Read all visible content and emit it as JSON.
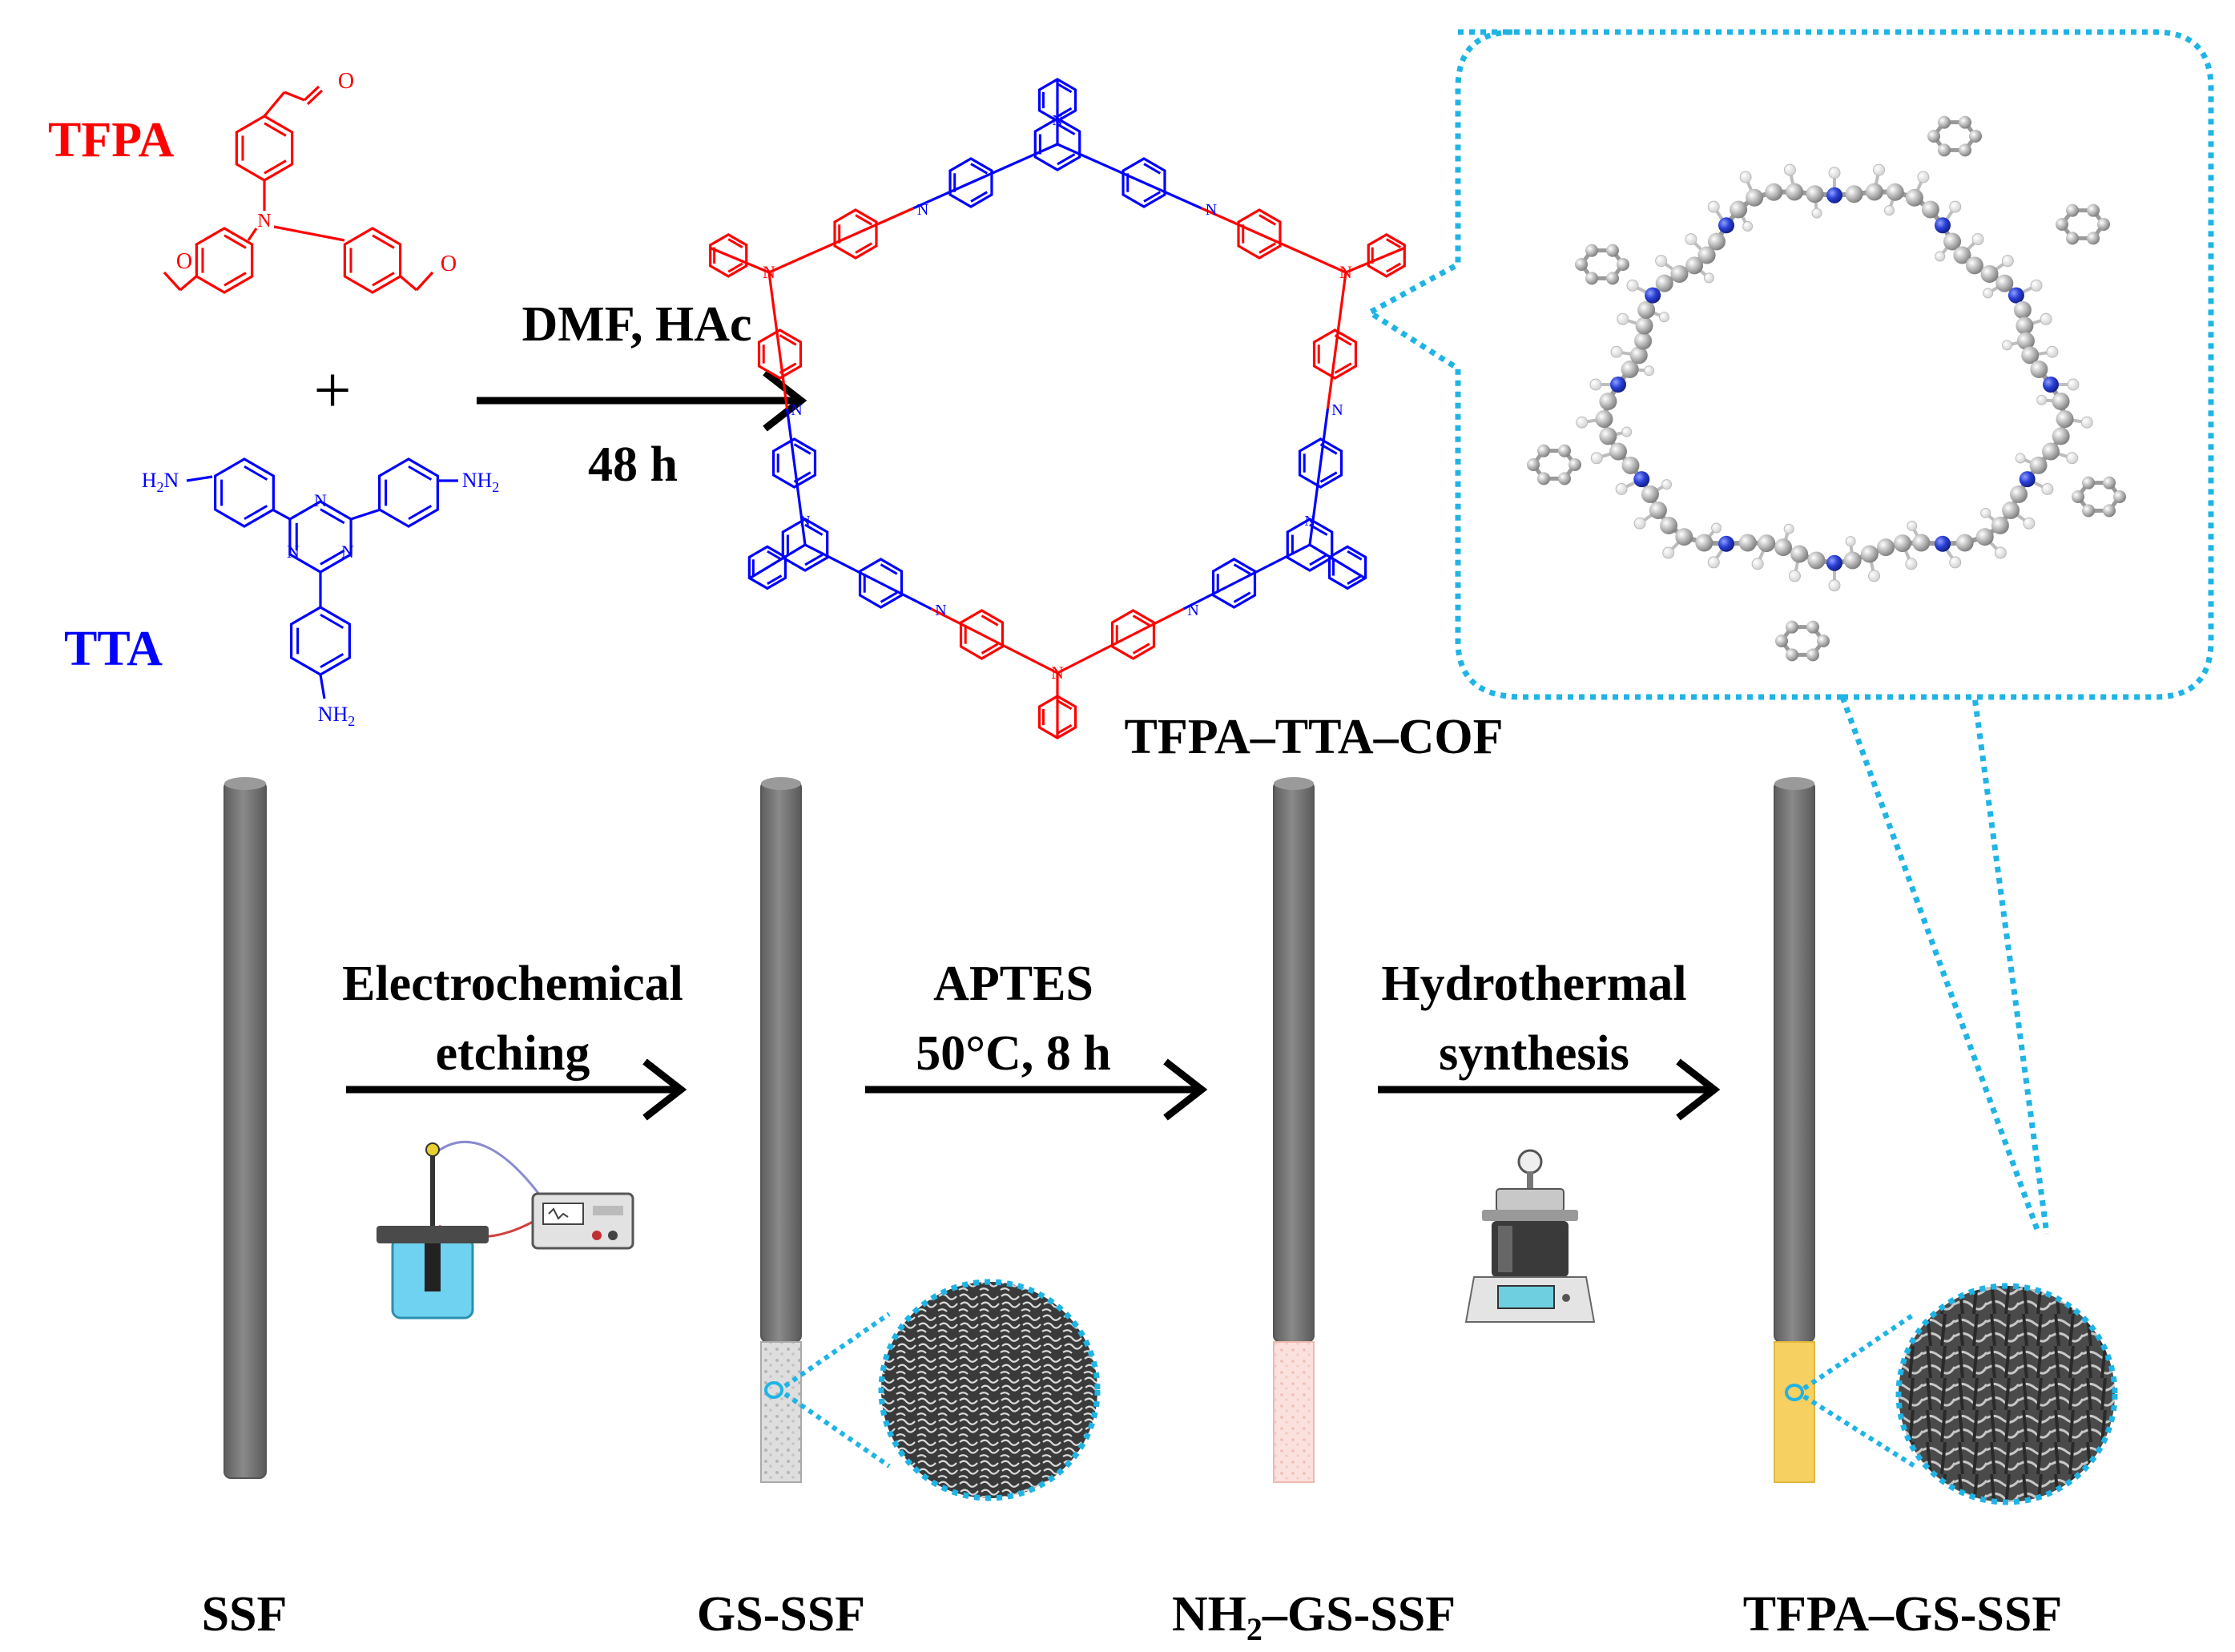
{
  "reactants": {
    "aldehyde": {
      "label": "TFPA",
      "color": "#ff0000",
      "carbonyl_O": "O"
    },
    "amine": {
      "label": "TTA",
      "color": "#0000ff",
      "amine_group": "NH",
      "amine_sub": "2",
      "amine_group_left": "H",
      "triazine_N": "N"
    },
    "plus": "+"
  },
  "reaction": {
    "conditions_line1": "DMF, HAc",
    "conditions_line2": "48 h"
  },
  "cof": {
    "label": "TFPA–TTA–COF",
    "tfpa_color": "#ff0000",
    "tta_color": "#0000ff",
    "imine_N": "N",
    "amine_N": "N"
  },
  "steps": {
    "step1": {
      "line1": "Electrochemical",
      "line2": "etching"
    },
    "step2": {
      "line1": "APTES",
      "line2": "50°C, 8 h"
    },
    "step3": {
      "line1": "Hydrothermal",
      "line2": "synthesis"
    }
  },
  "fibers": {
    "f1": {
      "label": "SSF"
    },
    "f2": {
      "label": "GS-SSF"
    },
    "f3": {
      "label_pre": "NH",
      "label_sub": "2",
      "label_post": "–GS-SSF"
    },
    "f4": {
      "label": "TFPA–GS-SSF"
    }
  },
  "colors": {
    "fiber": "#707070",
    "fiber_edge": "#555555",
    "gs_coating": "#d8d8d8",
    "nh2_coating": "#f8d6d2",
    "tfpa_coating": "#f6d060",
    "callout": "#1fb4e6",
    "carbon_atom": "#a8a8a8",
    "nitrogen_atom": "#2a3fd6",
    "hydrogen_atom": "#f2f2f2"
  }
}
